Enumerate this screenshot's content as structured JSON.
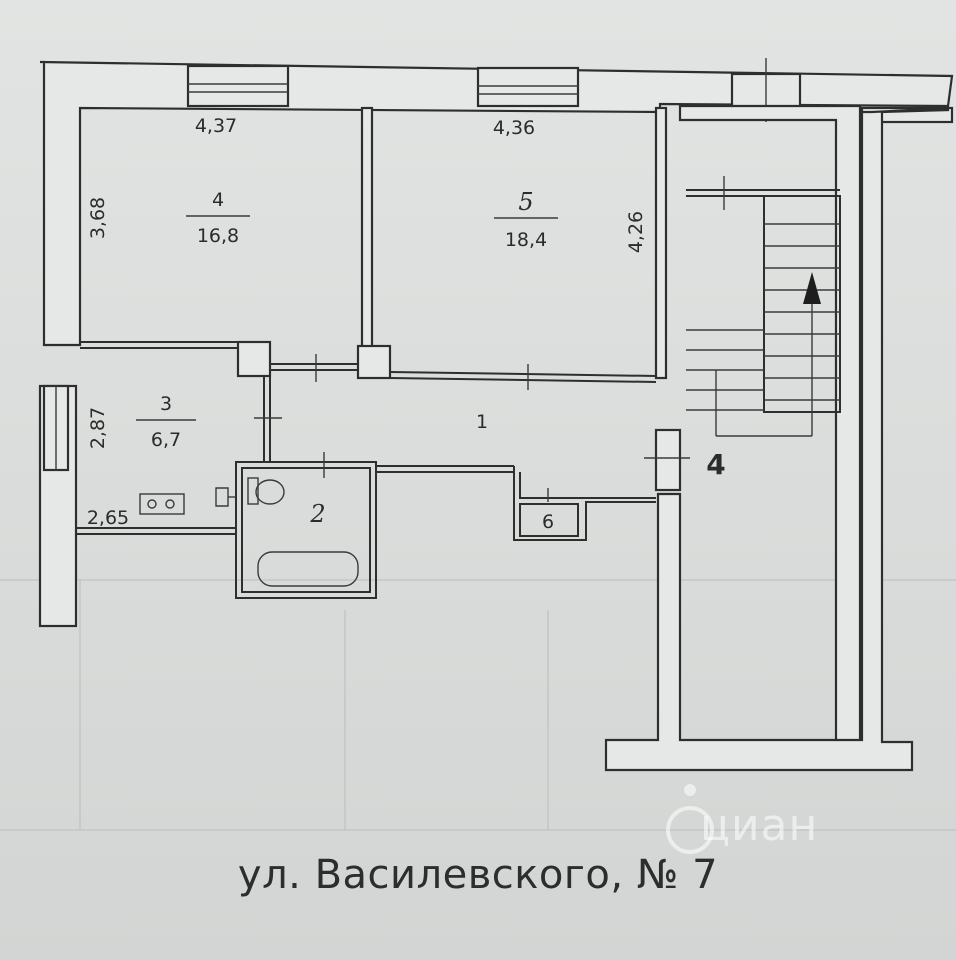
{
  "rooms": [
    {
      "id": "room-4",
      "number": "4",
      "area": "16,8"
    },
    {
      "id": "room-5",
      "number": "5",
      "area": "18,4"
    },
    {
      "id": "room-3",
      "number": "3",
      "area": "6,7"
    },
    {
      "id": "room-1",
      "number": "1"
    },
    {
      "id": "room-2",
      "number": "2"
    },
    {
      "id": "room-6",
      "number": "6"
    }
  ],
  "dimensions": {
    "room4_width": "4,37",
    "room5_width": "4,36",
    "room4_height": "3,68",
    "room5_height": "4,26",
    "room3_height": "2,87",
    "room3_width": "2,65"
  },
  "stair_label": "4",
  "street_caption": "ул. Василевского, № 7",
  "watermark": "циан"
}
